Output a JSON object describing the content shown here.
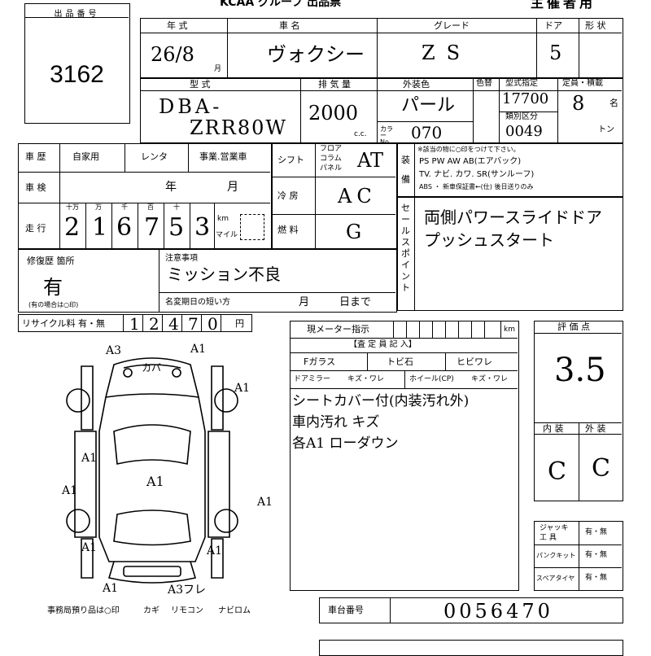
{
  "header": {
    "lot_label": "出品番号",
    "lot_number": "3162",
    "group_banner": "KCAA グループ 出品票",
    "owner_label": "主催者用"
  },
  "row1": {
    "labels": {
      "year": "年 式",
      "model": "車 名",
      "grade": "グレード",
      "doors": "ドア",
      "shape": "形 状"
    },
    "year_value": "26/8",
    "year_unit": "月",
    "model_value": "ヴォクシー",
    "grade_value": "ZS",
    "doors_value": "5"
  },
  "row2": {
    "labels": {
      "type": "型 式",
      "displacement": "排 気 量",
      "ext_color": "外装色",
      "color_no": "色替",
      "type_designation": "型式指定",
      "category_no": "類別区分",
      "capacity": "定員・積載"
    },
    "type_value_1": "DBA-",
    "type_value_2": "ZRR80W",
    "displacement_value": "2000",
    "displacement_unit": "c.c.",
    "color_value": "パール",
    "color_code_label": "カラー No.",
    "color_code_value": "070",
    "type_designation_value": "17700",
    "category_value": "0049",
    "capacity_value": "8",
    "capacity_unit_persons": "名",
    "capacity_unit_tons": "トン"
  },
  "history": {
    "labels": {
      "history": "車 歴",
      "inspection": "車 検",
      "mileage": "走 行"
    },
    "options": [
      "自家用",
      "レンタ",
      "事業.営業車"
    ],
    "inspection_year": "年",
    "inspection_month": "月",
    "mileage_unit_headers": [
      "十万",
      "万",
      "千",
      "百",
      "十"
    ],
    "mileage_digits": [
      "2",
      "1",
      "6",
      "7",
      "5",
      "3"
    ],
    "km_label": "km",
    "mile_label": "マイル"
  },
  "spec": {
    "shift_label": "シフト",
    "shift_options": [
      "フロア",
      "コラム",
      "パネル"
    ],
    "shift_value": "AT",
    "ac_label": "冷 房",
    "ac_value": "AC",
    "fuel_label": "燃 料",
    "fuel_value": "G"
  },
  "equipment": {
    "label": "装備",
    "instruction": "※該当の物に○印をつけて下さい。",
    "line1": "PS PW AW AB(エアバック)",
    "line2": "TV. ナビ. カワ. SR(サンルーフ)",
    "line3": "ABS ・ 新車保証書←(仕) 後日送りのみ"
  },
  "sales_point": {
    "label": "セールスポイント",
    "line1": "両側パワースライドドア",
    "line2": "プッシュスタート"
  },
  "repair": {
    "label": "修復歴 箇所",
    "value": "有",
    "note": "(有の場合は○印)"
  },
  "notes": {
    "label": "注意事項",
    "value": "ミッション不良",
    "short_term_label": "名変期日の短い方",
    "month": "月",
    "day": "日まで"
  },
  "recycle": {
    "label": "リサイクル料 有・無",
    "digits": [
      "1",
      "2",
      "4",
      "7",
      "0"
    ],
    "unit": "円"
  },
  "inspector": {
    "meter_label": "現メーター指示",
    "km_label": "km",
    "header": "【査 定 員 記 入】",
    "row1": [
      "Fガラス",
      "トビ石",
      "ヒビワレ"
    ],
    "row2": [
      "ドアミラー",
      "キズ・ワレ",
      "ホイール(CP)",
      "キズ・ワレ"
    ],
    "line1": "シートカバー付(内装汚れ外)",
    "line2": "車内汚れ キズ",
    "line3": "各A1 ローダウン"
  },
  "score": {
    "label": "評 価 点",
    "value": "3.5",
    "interior_label": "内 装",
    "exterior_label": "外 装",
    "interior_value": "C",
    "exterior_value": "C"
  },
  "accessories": {
    "jack_label": "ジャッキ 工 具",
    "puncture_label": "パンクキット",
    "spare_label": "スペアタイヤ",
    "option": "有・無"
  },
  "diagram": {
    "marks": [
      "A3",
      "A1",
      "A1",
      "A1",
      "A1",
      "A1",
      "A1",
      "A1",
      "A1",
      "A1",
      "A3フレ"
    ],
    "top_mark": "カバ"
  },
  "footer": {
    "office_note": "事務局預り品は○印",
    "items": [
      "カギ",
      "リモコン",
      "ナビロム"
    ],
    "chassis_label": "車台番号",
    "chassis_value": "0056470"
  }
}
